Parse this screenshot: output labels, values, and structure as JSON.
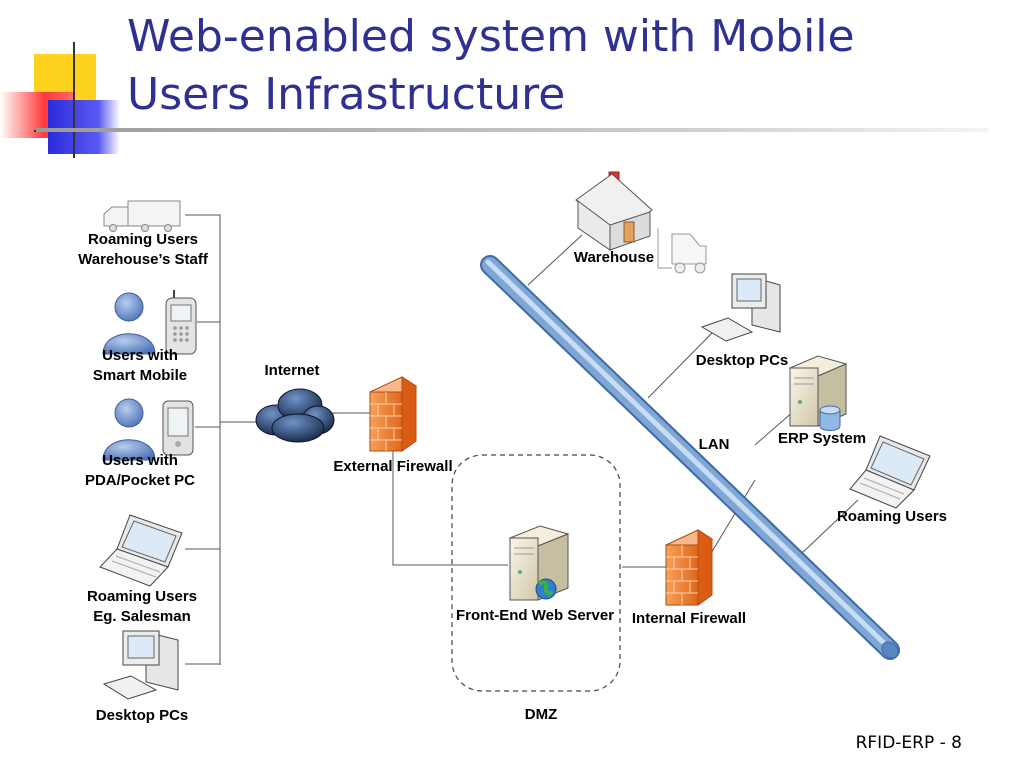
{
  "slide": {
    "title_line1": "Web-enabled system with Mobile",
    "title_line2": "Users Infrastructure",
    "footer": "RFID-ERP  - 8"
  },
  "labels": {
    "roaming_wh_1": "Roaming Users",
    "roaming_wh_2": "Warehouse’s Staff",
    "smart_1": "Users with",
    "smart_2": "Smart Mobile",
    "pda_1": "Users with",
    "pda_2": "PDA/Pocket PC",
    "roaming_sales_1": "Roaming Users",
    "roaming_sales_2": "Eg. Salesman",
    "desktop_left": "Desktop PCs",
    "internet": "Internet",
    "external_firewall": "External Firewall",
    "front_end": "Front-End Web Server",
    "internal_firewall": "Internal Firewall",
    "dmz": "DMZ",
    "lan": "LAN",
    "warehouse": "Warehouse",
    "desktop_right": "Desktop PCs",
    "erp": "ERP System",
    "roaming_right": "Roaming Users"
  },
  "colors": {
    "title": "#2e3192",
    "lan_bus": "#7ea7d6",
    "firewall": "#f07d24",
    "cloud": "#1f3b63"
  }
}
